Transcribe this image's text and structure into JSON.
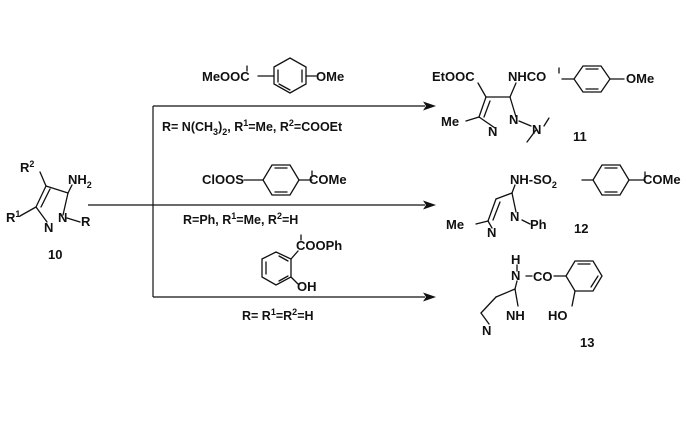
{
  "start_material": {
    "number": "10",
    "substituents": {
      "r2": "R",
      "r2_sup": "2",
      "nh2": "NH",
      "nh2_sub": "2",
      "r1": "R",
      "r1_sup": "1",
      "n1": "N",
      "r": "R",
      "n2": "N"
    }
  },
  "reactions": [
    {
      "reagent": {
        "left_group": "MeOOC",
        "right_group": "OMe"
      },
      "condition": {
        "text_a": "R= N(CH",
        "sub_a": "3",
        "text_b": ")",
        "sub_b": "2",
        "text_c": ", R",
        "sup_c": "1",
        "text_d": "=Me, R",
        "sup_d": "2",
        "text_e": "=COOEt"
      },
      "product": {
        "number": "11",
        "labels": {
          "etooc": "EtOOC",
          "nhco": "NHCO",
          "ome": "OMe",
          "me": "Me",
          "n_ring1": "N",
          "n_ring2": "N",
          "n_amine": "N"
        }
      }
    },
    {
      "reagent": {
        "left_group": "ClOOS",
        "right_group": "COMe"
      },
      "condition": {
        "text": "R=Ph, R",
        "sup1": "1",
        "text2": "=Me, R",
        "sup2": "2",
        "text3": "=H"
      },
      "product": {
        "number": "12",
        "labels": {
          "nhso2": "NH-SO",
          "nhso2_sub": "2",
          "come": "COMe",
          "me": "Me",
          "n_ring1": "N",
          "n_ring2": "N",
          "ph": "Ph"
        }
      }
    },
    {
      "reagent": {
        "top_group": "COOPh",
        "oh": "OH"
      },
      "condition": {
        "text": "R= R",
        "sup1": "1",
        "text2": "=R",
        "sup2": "2",
        "text3": "=H"
      },
      "product": {
        "number": "13",
        "labels": {
          "nh": "N",
          "h": "H",
          "co": "CO",
          "n_ring": "N",
          "nh_ring": "NH",
          "ho": "HO"
        }
      }
    }
  ]
}
